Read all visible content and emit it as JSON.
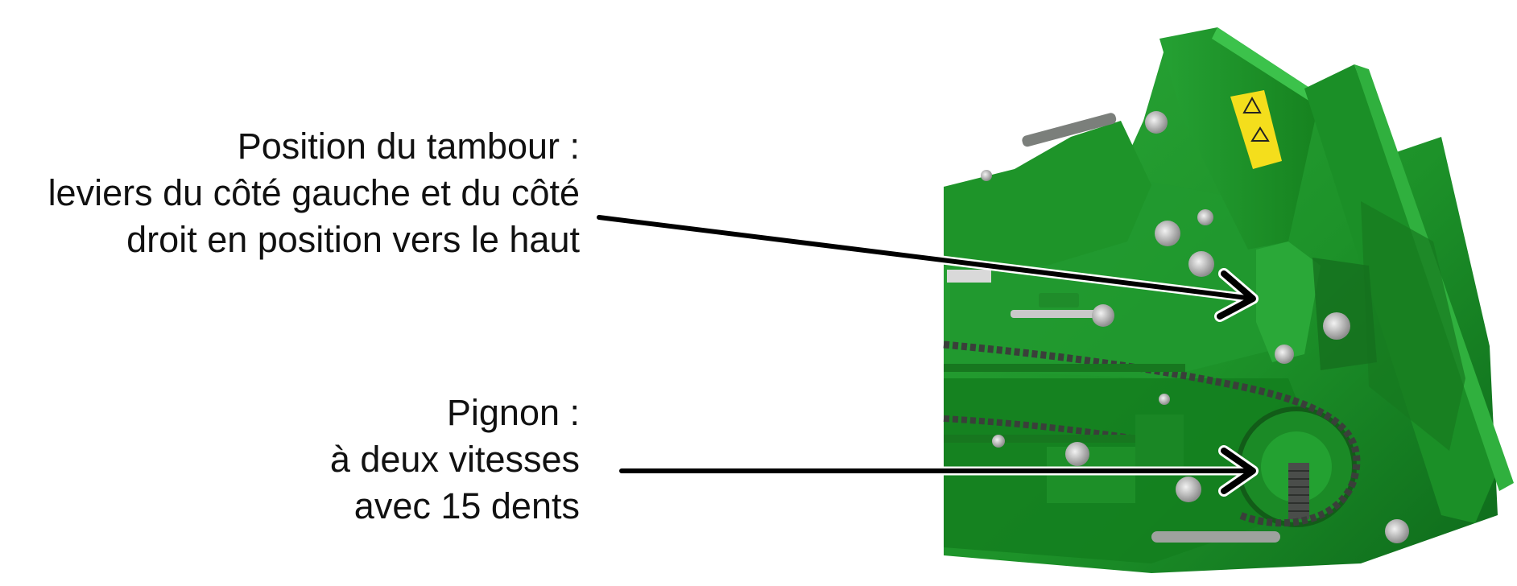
{
  "callouts": {
    "drum_position": {
      "lines": [
        "Position du tambour :",
        "leviers du côté gauche et du côté",
        "droit en position vers le haut"
      ]
    },
    "sprocket": {
      "lines": [
        "Pignon :",
        "à deux vitesses",
        "avec 15 dents"
      ]
    }
  },
  "photo": {
    "subject": "green-machine-drive-assembly",
    "colors": {
      "machine_green": "#1f9a2c",
      "machine_dark_green": "#0f6a1c",
      "chain": "#3a3f3a",
      "warning_label": "#f4de1c",
      "arrow": "#000000"
    }
  }
}
